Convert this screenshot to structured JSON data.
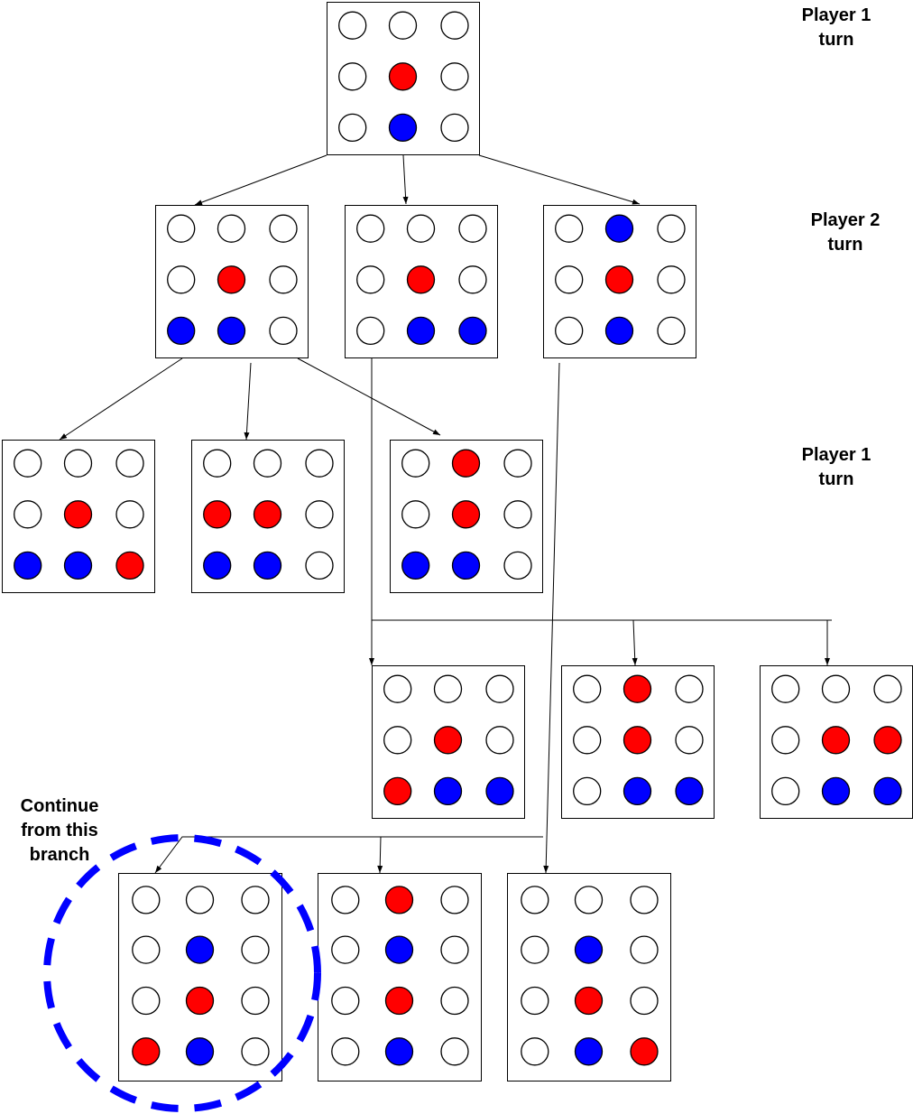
{
  "labels": {
    "level0": "Player 1\nturn",
    "level1": "Player 2\nturn",
    "level2": "Player 1\nturn",
    "note": "Continue\nfrom this\nbranch"
  },
  "colors": {
    "empty": "#ffffff",
    "red": "#ff0000",
    "blue": "#0000ff",
    "highlight": "#0000ff"
  },
  "boards": [
    {
      "id": "root",
      "cells": [
        [
          "E",
          "E",
          "E"
        ],
        [
          "E",
          "R",
          "E"
        ],
        [
          "E",
          "B",
          "E"
        ]
      ]
    },
    {
      "id": "p2-a",
      "cells": [
        [
          "E",
          "E",
          "E"
        ],
        [
          "E",
          "R",
          "E"
        ],
        [
          "B",
          "B",
          "E"
        ]
      ]
    },
    {
      "id": "p2-b",
      "cells": [
        [
          "E",
          "E",
          "E"
        ],
        [
          "E",
          "R",
          "E"
        ],
        [
          "E",
          "B",
          "B"
        ]
      ]
    },
    {
      "id": "p2-c",
      "cells": [
        [
          "E",
          "B",
          "E"
        ],
        [
          "E",
          "R",
          "E"
        ],
        [
          "E",
          "B",
          "E"
        ]
      ]
    },
    {
      "id": "p1-a1",
      "cells": [
        [
          "E",
          "E",
          "E"
        ],
        [
          "E",
          "R",
          "E"
        ],
        [
          "B",
          "B",
          "R"
        ]
      ]
    },
    {
      "id": "p1-a2",
      "cells": [
        [
          "E",
          "E",
          "E"
        ],
        [
          "R",
          "R",
          "E"
        ],
        [
          "B",
          "B",
          "E"
        ]
      ]
    },
    {
      "id": "p1-a3",
      "cells": [
        [
          "E",
          "R",
          "E"
        ],
        [
          "E",
          "R",
          "E"
        ],
        [
          "B",
          "B",
          "E"
        ]
      ]
    },
    {
      "id": "p1-b1",
      "cells": [
        [
          "E",
          "E",
          "E"
        ],
        [
          "E",
          "R",
          "E"
        ],
        [
          "R",
          "B",
          "B"
        ]
      ]
    },
    {
      "id": "p1-b2",
      "cells": [
        [
          "E",
          "R",
          "E"
        ],
        [
          "E",
          "R",
          "E"
        ],
        [
          "E",
          "B",
          "B"
        ]
      ]
    },
    {
      "id": "p1-b3",
      "cells": [
        [
          "E",
          "E",
          "E"
        ],
        [
          "E",
          "R",
          "R"
        ],
        [
          "E",
          "B",
          "B"
        ]
      ]
    },
    {
      "id": "p1-c1",
      "highlighted": true,
      "cells": [
        [
          "E",
          "E",
          "E"
        ],
        [
          "E",
          "B",
          "E"
        ],
        [
          "E",
          "R",
          "E"
        ],
        [
          "R",
          "B",
          "E"
        ]
      ]
    },
    {
      "id": "p1-c2",
      "cells": [
        [
          "E",
          "R",
          "E"
        ],
        [
          "E",
          "B",
          "E"
        ],
        [
          "E",
          "R",
          "E"
        ],
        [
          "E",
          "B",
          "E"
        ]
      ]
    },
    {
      "id": "p1-c3",
      "cells": [
        [
          "E",
          "E",
          "E"
        ],
        [
          "E",
          "B",
          "E"
        ],
        [
          "E",
          "R",
          "E"
        ],
        [
          "E",
          "B",
          "R"
        ]
      ]
    }
  ],
  "edges": [
    [
      "root",
      "p2-a"
    ],
    [
      "root",
      "p2-b"
    ],
    [
      "root",
      "p2-c"
    ],
    [
      "p2-a",
      "p1-a1"
    ],
    [
      "p2-a",
      "p1-a2"
    ],
    [
      "p2-a",
      "p1-a3"
    ],
    [
      "p2-b",
      "p1-b1"
    ],
    [
      "p2-b",
      "p1-b2"
    ],
    [
      "p2-b",
      "p1-b3"
    ],
    [
      "p2-c",
      "p1-c3"
    ],
    [
      "p1-c3",
      "p1-c1"
    ],
    [
      "p1-c3",
      "p1-c2"
    ]
  ]
}
